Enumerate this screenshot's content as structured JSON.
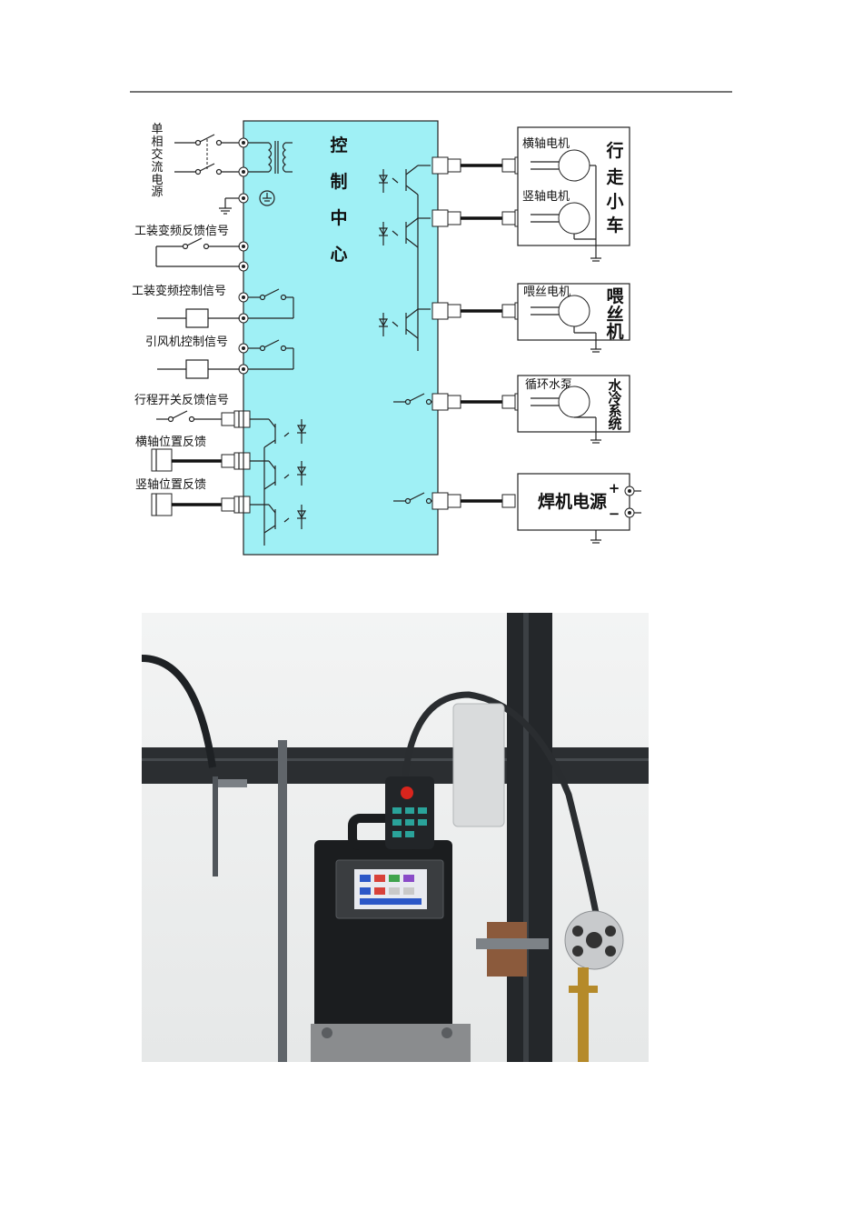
{
  "diagram": {
    "center_label": [
      "控",
      "制",
      "中",
      "心"
    ],
    "input_labels": {
      "power": [
        "单",
        "相",
        "交",
        "流",
        "电",
        "源"
      ],
      "fixture_fb": "工装变频反馈信号",
      "fixture_ctrl": "工装变频控制信号",
      "fan_ctrl": "引风机控制信号",
      "travel_switch": "行程开关反馈信号",
      "h_pos": "横轴位置反馈",
      "v_pos": "竖轴位置反馈"
    },
    "devices": {
      "h_motor": "横轴电机",
      "v_motor": "竖轴电机",
      "carriage": [
        "行",
        "走",
        "小",
        "车"
      ],
      "wire_motor": "喂丝电机",
      "feeder": [
        "喂",
        "丝",
        "机"
      ],
      "pump": "循环水泵",
      "cooling": [
        "水",
        "冷",
        "系",
        "统"
      ],
      "welder": "焊机电源",
      "plus": "+",
      "minus": "−"
    }
  },
  "photo": {}
}
